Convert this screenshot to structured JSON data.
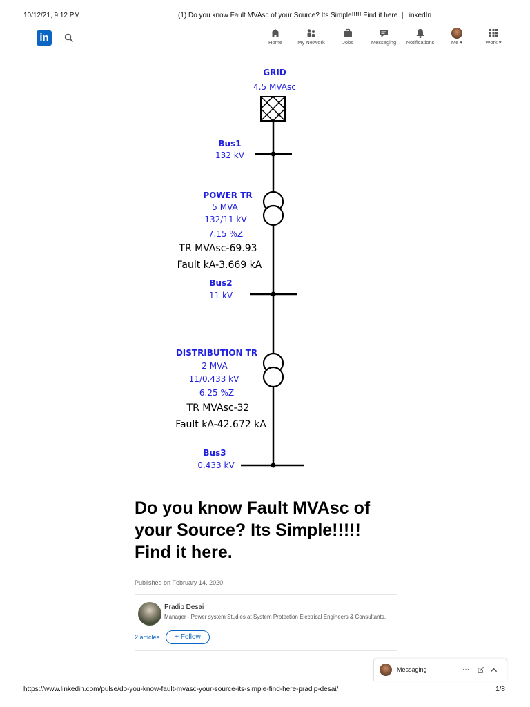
{
  "print": {
    "date": "10/12/21, 9:12 PM",
    "title": "(1) Do you know Fault MVAsc of your Source? Its Simple!!!!! Find it here. | LinkedIn",
    "url": "https://www.linkedin.com/pulse/do-you-know-fault-mvasc-your-source-its-simple-find-here-pradip-desai/",
    "page": "1/8"
  },
  "nav": {
    "logo": "in",
    "items": [
      {
        "label": "Home",
        "icon": "home-icon"
      },
      {
        "label": "My Network",
        "icon": "network-icon"
      },
      {
        "label": "Jobs",
        "icon": "jobs-icon"
      },
      {
        "label": "Messaging",
        "icon": "messaging-icon"
      },
      {
        "label": "Notifications",
        "icon": "notifications-icon"
      },
      {
        "label": "Me ▾",
        "icon": "avatar"
      },
      {
        "label": "Work ▾",
        "icon": "grid-icon"
      }
    ]
  },
  "diagram": {
    "grid": {
      "title": "GRID",
      "rating": "4.5 MVAsc"
    },
    "bus1": {
      "name": "Bus1",
      "voltage": "132 kV"
    },
    "power_tr": {
      "title": "POWER TR",
      "rating": "5 MVA",
      "ratio": "132/11 kV",
      "impedance": "7.15 %Z",
      "mvasc": "TR MVAsc-69.93",
      "fault": "Fault kA-3.669 kA"
    },
    "bus2": {
      "name": "Bus2",
      "voltage": "11 kV"
    },
    "dist_tr": {
      "title": "DISTRIBUTION TR",
      "rating": "2 MVA",
      "ratio": "11/0.433 kV",
      "impedance": "6.25 %Z",
      "mvasc": "TR MVAsc-32",
      "fault": "Fault kA-42.672 kA"
    },
    "bus3": {
      "name": "Bus3",
      "voltage": "0.433 kV"
    },
    "colors": {
      "label_blue": "#1f1fe0",
      "line": "#000000"
    }
  },
  "article": {
    "title": "Do you know Fault MVAsc of your Source? Its Simple!!!!! Find it here.",
    "published": "Published on February 14, 2020"
  },
  "author": {
    "name": "Pradip Desai",
    "headline": "Manager - Power system Studies at System Protection Electrical Engineers & Consultants.",
    "articles": "2 articles",
    "follow": "+ Follow"
  },
  "messaging": {
    "label": "Messaging"
  },
  "colors": {
    "linkedin_blue": "#0a66c2"
  }
}
